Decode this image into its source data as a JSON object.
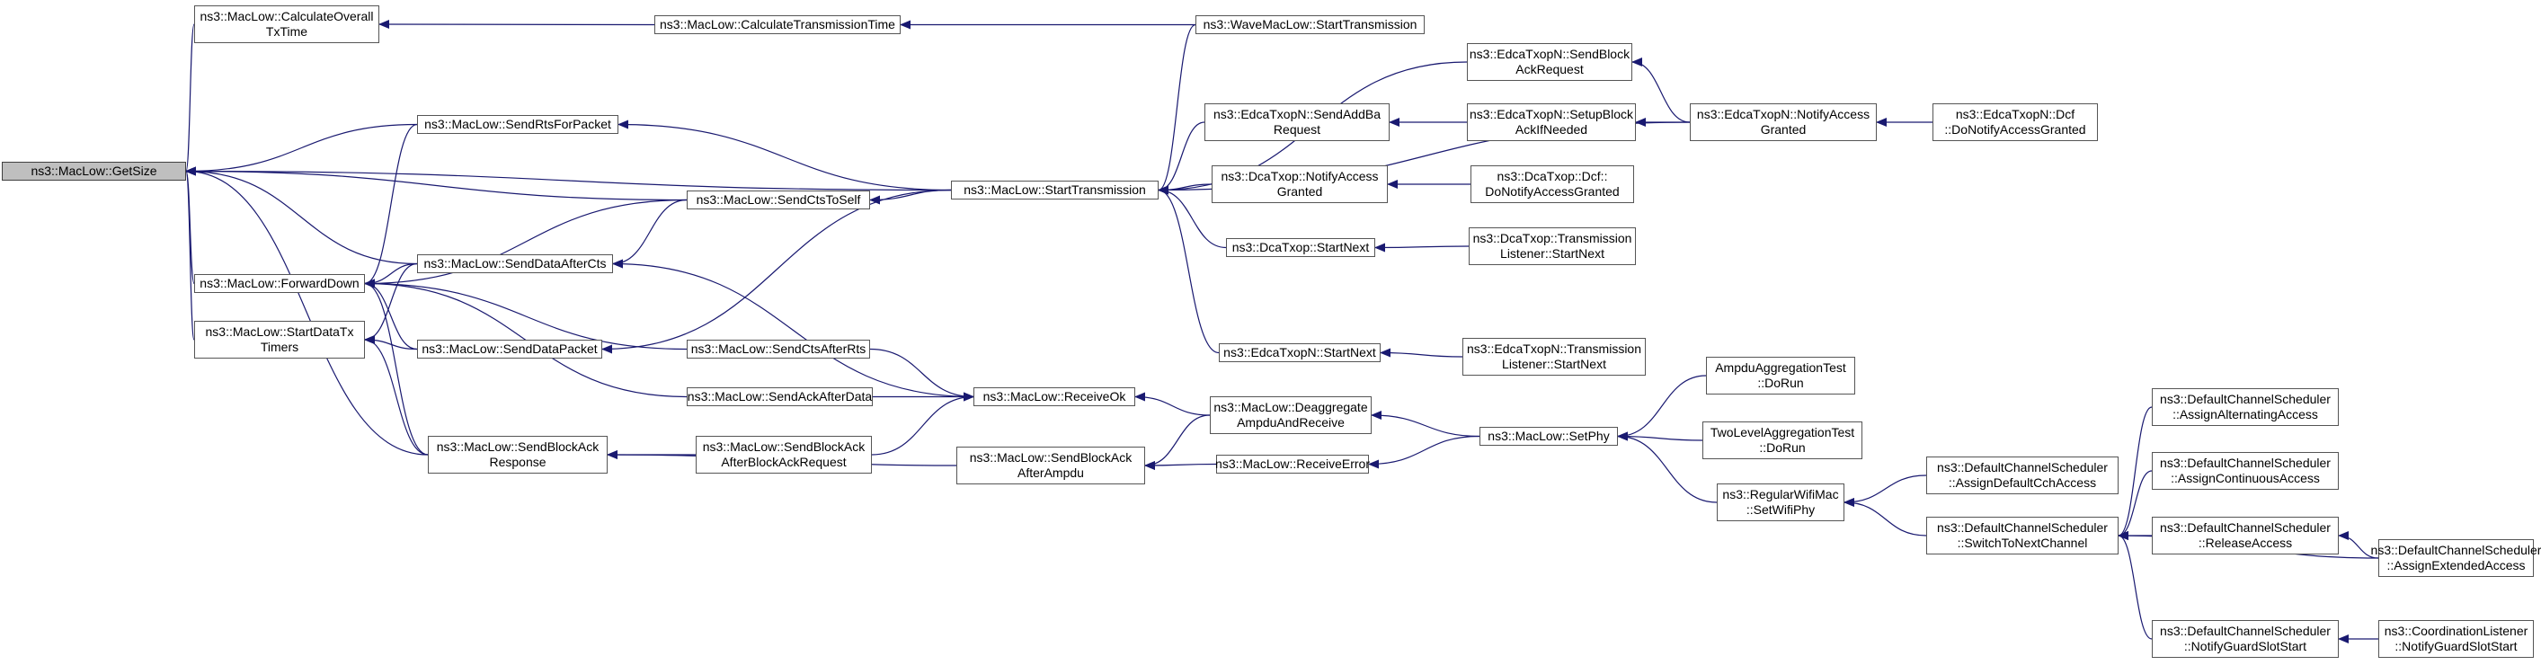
{
  "colors": {
    "edge": "#191970",
    "node_border": "#555555",
    "root_fill": "#bfbfbf"
  },
  "nodes": [
    {
      "id": "getsize",
      "lines": [
        "ns3::MacLow::GetSize"
      ]
    },
    {
      "id": "calcOverall",
      "lines": [
        "ns3::MacLow::CalculateOverall",
        "TxTime"
      ]
    },
    {
      "id": "calcTx",
      "lines": [
        "ns3::MacLow::CalculateTransmissionTime"
      ]
    },
    {
      "id": "waveStart",
      "lines": [
        "ns3::WaveMacLow::StartTransmission"
      ]
    },
    {
      "id": "rtsPacket",
      "lines": [
        "ns3::MacLow::SendRtsForPacket"
      ]
    },
    {
      "id": "ctsToSelf",
      "lines": [
        "ns3::MacLow::SendCtsToSelf"
      ]
    },
    {
      "id": "startTx",
      "lines": [
        "ns3::MacLow::StartTransmission"
      ]
    },
    {
      "id": "forwardDown",
      "lines": [
        "ns3::MacLow::ForwardDown"
      ]
    },
    {
      "id": "dataAfterCts",
      "lines": [
        "ns3::MacLow::SendDataAfterCts"
      ]
    },
    {
      "id": "startDataTimers",
      "lines": [
        "ns3::MacLow::StartDataTx",
        "Timers"
      ]
    },
    {
      "id": "dataPacket",
      "lines": [
        "ns3::MacLow::SendDataPacket"
      ]
    },
    {
      "id": "ctsAfterRts",
      "lines": [
        "ns3::MacLow::SendCtsAfterRts"
      ]
    },
    {
      "id": "ackAfterData",
      "lines": [
        "ns3::MacLow::SendAckAfterData"
      ]
    },
    {
      "id": "receiveOk",
      "lines": [
        "ns3::MacLow::ReceiveOk"
      ]
    },
    {
      "id": "blockAckResp",
      "lines": [
        "ns3::MacLow::SendBlockAck",
        "Response"
      ]
    },
    {
      "id": "blockAckAfterReq",
      "lines": [
        "ns3::MacLow::SendBlockAck",
        "AfterBlockAckRequest"
      ]
    },
    {
      "id": "blockAckAfterAmpdu",
      "lines": [
        "ns3::MacLow::SendBlockAck",
        "AfterAmpdu"
      ]
    },
    {
      "id": "deaggregate",
      "lines": [
        "ns3::MacLow::Deaggregate",
        "AmpduAndReceive"
      ]
    },
    {
      "id": "receiveError",
      "lines": [
        "ns3::MacLow::ReceiveError"
      ]
    },
    {
      "id": "setPhy",
      "lines": [
        "ns3::MacLow::SetPhy"
      ]
    },
    {
      "id": "edcaSendBar",
      "lines": [
        "ns3::EdcaTxopN::SendBlock",
        "AckRequest"
      ]
    },
    {
      "id": "edcaAddBa",
      "lines": [
        "ns3::EdcaTxopN::SendAddBa",
        "Request"
      ]
    },
    {
      "id": "edcaSetupBa",
      "lines": [
        "ns3::EdcaTxopN::SetupBlock",
        "AckIfNeeded"
      ]
    },
    {
      "id": "edcaNotify",
      "lines": [
        "ns3::EdcaTxopN::NotifyAccess",
        "Granted"
      ]
    },
    {
      "id": "edcaDcf",
      "lines": [
        "ns3::EdcaTxopN::Dcf",
        "::DoNotifyAccessGranted"
      ]
    },
    {
      "id": "dcaNotify",
      "lines": [
        "ns3::DcaTxop::NotifyAccess",
        "Granted"
      ]
    },
    {
      "id": "dcaDcf",
      "lines": [
        "ns3::DcaTxop::Dcf::",
        "DoNotifyAccessGranted"
      ]
    },
    {
      "id": "dcaStartNext",
      "lines": [
        "ns3::DcaTxop::StartNext"
      ]
    },
    {
      "id": "dcaListener",
      "lines": [
        "ns3::DcaTxop::Transmission",
        "Listener::StartNext"
      ]
    },
    {
      "id": "edcaStartNext",
      "lines": [
        "ns3::EdcaTxopN::StartNext"
      ]
    },
    {
      "id": "edcaListener",
      "lines": [
        "ns3::EdcaTxopN::Transmission",
        "Listener::StartNext"
      ]
    },
    {
      "id": "ampduTest",
      "lines": [
        "AmpduAggregationTest",
        "::DoRun"
      ]
    },
    {
      "id": "twoLevelTest",
      "lines": [
        "TwoLevelAggregationTest",
        "::DoRun"
      ]
    },
    {
      "id": "regularSetPhy",
      "lines": [
        "ns3::RegularWifiMac",
        "::SetWifiPhy"
      ]
    },
    {
      "id": "schedAssignDefault",
      "lines": [
        "ns3::DefaultChannelScheduler",
        "::AssignDefaultCchAccess"
      ]
    },
    {
      "id": "schedSwitch",
      "lines": [
        "ns3::DefaultChannelScheduler",
        "::SwitchToNextChannel"
      ]
    },
    {
      "id": "schedAlternating",
      "lines": [
        "ns3::DefaultChannelScheduler",
        "::AssignAlternatingAccess"
      ]
    },
    {
      "id": "schedContinuous",
      "lines": [
        "ns3::DefaultChannelScheduler",
        "::AssignContinuousAccess"
      ]
    },
    {
      "id": "schedRelease",
      "lines": [
        "ns3::DefaultChannelScheduler",
        "::ReleaseAccess"
      ]
    },
    {
      "id": "schedExtended",
      "lines": [
        "ns3::DefaultChannelScheduler",
        "::AssignExtendedAccess"
      ]
    },
    {
      "id": "schedGuard",
      "lines": [
        "ns3::DefaultChannelScheduler",
        "::NotifyGuardSlotStart"
      ]
    },
    {
      "id": "coordGuard",
      "lines": [
        "ns3::CoordinationListener",
        "::NotifyGuardSlotStart"
      ]
    }
  ],
  "edges": [
    [
      "calcOverall",
      "getsize"
    ],
    [
      "rtsPacket",
      "getsize"
    ],
    [
      "ctsToSelf",
      "getsize"
    ],
    [
      "startTx",
      "getsize"
    ],
    [
      "forwardDown",
      "getsize"
    ],
    [
      "dataAfterCts",
      "getsize"
    ],
    [
      "startDataTimers",
      "getsize"
    ],
    [
      "blockAckResp",
      "getsize"
    ],
    [
      "calcTx",
      "calcOverall"
    ],
    [
      "waveStart",
      "calcTx"
    ],
    [
      "startTx",
      "rtsPacket"
    ],
    [
      "startTx",
      "ctsToSelf"
    ],
    [
      "startTx",
      "dataPacket"
    ],
    [
      "waveStart",
      "startTx"
    ],
    [
      "edcaSendBar",
      "startTx"
    ],
    [
      "edcaAddBa",
      "startTx"
    ],
    [
      "dcaNotify",
      "startTx"
    ],
    [
      "dcaStartNext",
      "startTx"
    ],
    [
      "edcaNotify",
      "startTx"
    ],
    [
      "edcaStartNext",
      "startTx"
    ],
    [
      "rtsPacket",
      "forwardDown"
    ],
    [
      "ctsToSelf",
      "forwardDown"
    ],
    [
      "dataAfterCts",
      "forwardDown"
    ],
    [
      "dataPacket",
      "forwardDown"
    ],
    [
      "ctsAfterRts",
      "forwardDown"
    ],
    [
      "ackAfterData",
      "forwardDown"
    ],
    [
      "blockAckResp",
      "forwardDown"
    ],
    [
      "ctsToSelf",
      "dataAfterCts"
    ],
    [
      "receiveOk",
      "dataAfterCts"
    ],
    [
      "dataAfterCts",
      "startDataTimers"
    ],
    [
      "dataPacket",
      "startDataTimers"
    ],
    [
      "blockAckResp",
      "startDataTimers"
    ],
    [
      "ackAfterData",
      "receiveOk"
    ],
    [
      "ctsAfterRts",
      "receiveOk"
    ],
    [
      "blockAckAfterReq",
      "receiveOk"
    ],
    [
      "deaggregate",
      "receiveOk"
    ],
    [
      "blockAckAfterReq",
      "blockAckResp"
    ],
    [
      "blockAckAfterAmpdu",
      "blockAckResp"
    ],
    [
      "deaggregate",
      "blockAckAfterAmpdu"
    ],
    [
      "receiveError",
      "blockAckAfterAmpdu"
    ],
    [
      "setPhy",
      "deaggregate"
    ],
    [
      "setPhy",
      "receiveError"
    ],
    [
      "ampduTest",
      "setPhy"
    ],
    [
      "twoLevelTest",
      "setPhy"
    ],
    [
      "regularSetPhy",
      "setPhy"
    ],
    [
      "edcaNotify",
      "edcaSendBar"
    ],
    [
      "edcaSetupBa",
      "edcaAddBa"
    ],
    [
      "edcaNotify",
      "edcaSetupBa"
    ],
    [
      "edcaDcf",
      "edcaNotify"
    ],
    [
      "dcaDcf",
      "dcaNotify"
    ],
    [
      "dcaListener",
      "dcaStartNext"
    ],
    [
      "edcaListener",
      "edcaStartNext"
    ],
    [
      "schedAssignDefault",
      "regularSetPhy"
    ],
    [
      "schedSwitch",
      "regularSetPhy"
    ],
    [
      "schedAlternating",
      "schedSwitch"
    ],
    [
      "schedContinuous",
      "schedSwitch"
    ],
    [
      "schedRelease",
      "schedSwitch"
    ],
    [
      "schedExtended",
      "schedSwitch"
    ],
    [
      "schedGuard",
      "schedSwitch"
    ],
    [
      "schedExtended",
      "schedRelease"
    ],
    [
      "coordGuard",
      "schedGuard"
    ]
  ]
}
